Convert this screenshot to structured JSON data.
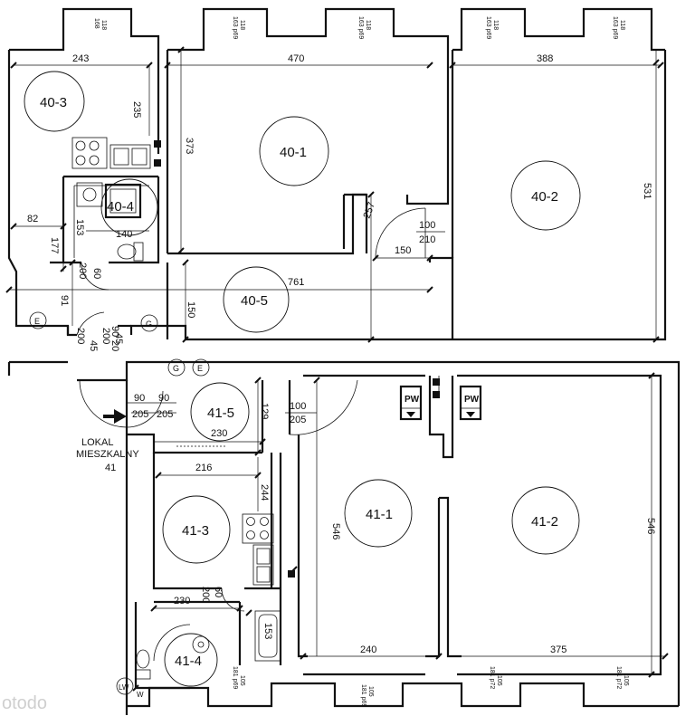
{
  "rooms": [
    {
      "id": "40-3",
      "label": "40-3"
    },
    {
      "id": "40-1",
      "label": "40-1"
    },
    {
      "id": "40-2",
      "label": "40-2"
    },
    {
      "id": "40-4",
      "label": "40-4"
    },
    {
      "id": "40-5",
      "label": "40-5"
    },
    {
      "id": "41-5",
      "label": "41-5"
    },
    {
      "id": "41-3",
      "label": "41-3"
    },
    {
      "id": "41-1",
      "label": "41-1"
    },
    {
      "id": "41-2",
      "label": "41-2"
    },
    {
      "id": "41-4",
      "label": "41-4"
    }
  ],
  "dimensions": {
    "d243": "243",
    "d470": "470",
    "d388": "388",
    "d235": "235",
    "d373": "373",
    "d531": "531",
    "d82": "82",
    "d153": "153",
    "d140": "140",
    "d177": "177",
    "d200a": "200",
    "d60a": "60",
    "d91": "91",
    "d257": "257",
    "d100a": "100",
    "d210": "210",
    "d150a": "150",
    "d761": "761",
    "d150b": "150",
    "d200b": "200",
    "d200c": "200",
    "d90a": "90",
    "d45a": "45",
    "d20": "20",
    "d45b": "45",
    "d90b": "90",
    "d90c": "90",
    "d205a": "205",
    "d205b": "205",
    "d129": "129",
    "d100b": "100",
    "d205c": "205",
    "d230a": "230",
    "d216": "216",
    "d244": "244",
    "d546a": "546",
    "d546b": "546",
    "d60b": "60",
    "d200d": "200",
    "d230b": "230",
    "d240": "240",
    "d375": "375",
    "d153b": "153"
  },
  "window_labels": {
    "w118a": "118",
    "w168a": "168",
    "w118b": "118",
    "w163a": "163 p69",
    "w118c": "118",
    "w163b": "163 p69",
    "w118d": "118",
    "w163c": "163 p69",
    "w118e": "118",
    "w163d": "163 p69",
    "w105a": "105",
    "w181a": "181 p69",
    "w105b": "105",
    "w181b": "181 p69",
    "w105c": "105",
    "w181c": "181 p72",
    "w105d": "105",
    "w181d": "181 p72"
  },
  "symbols": {
    "pw1": "PW",
    "pw2": "PW",
    "g1": "G",
    "g2": "G",
    "e1": "E",
    "e2": "E",
    "lw": "LW",
    "ww": "W"
  },
  "unit_label": {
    "line1": "LOKAL",
    "line2": "MIESZKALNY",
    "line3": "41"
  },
  "watermark": "otodo"
}
